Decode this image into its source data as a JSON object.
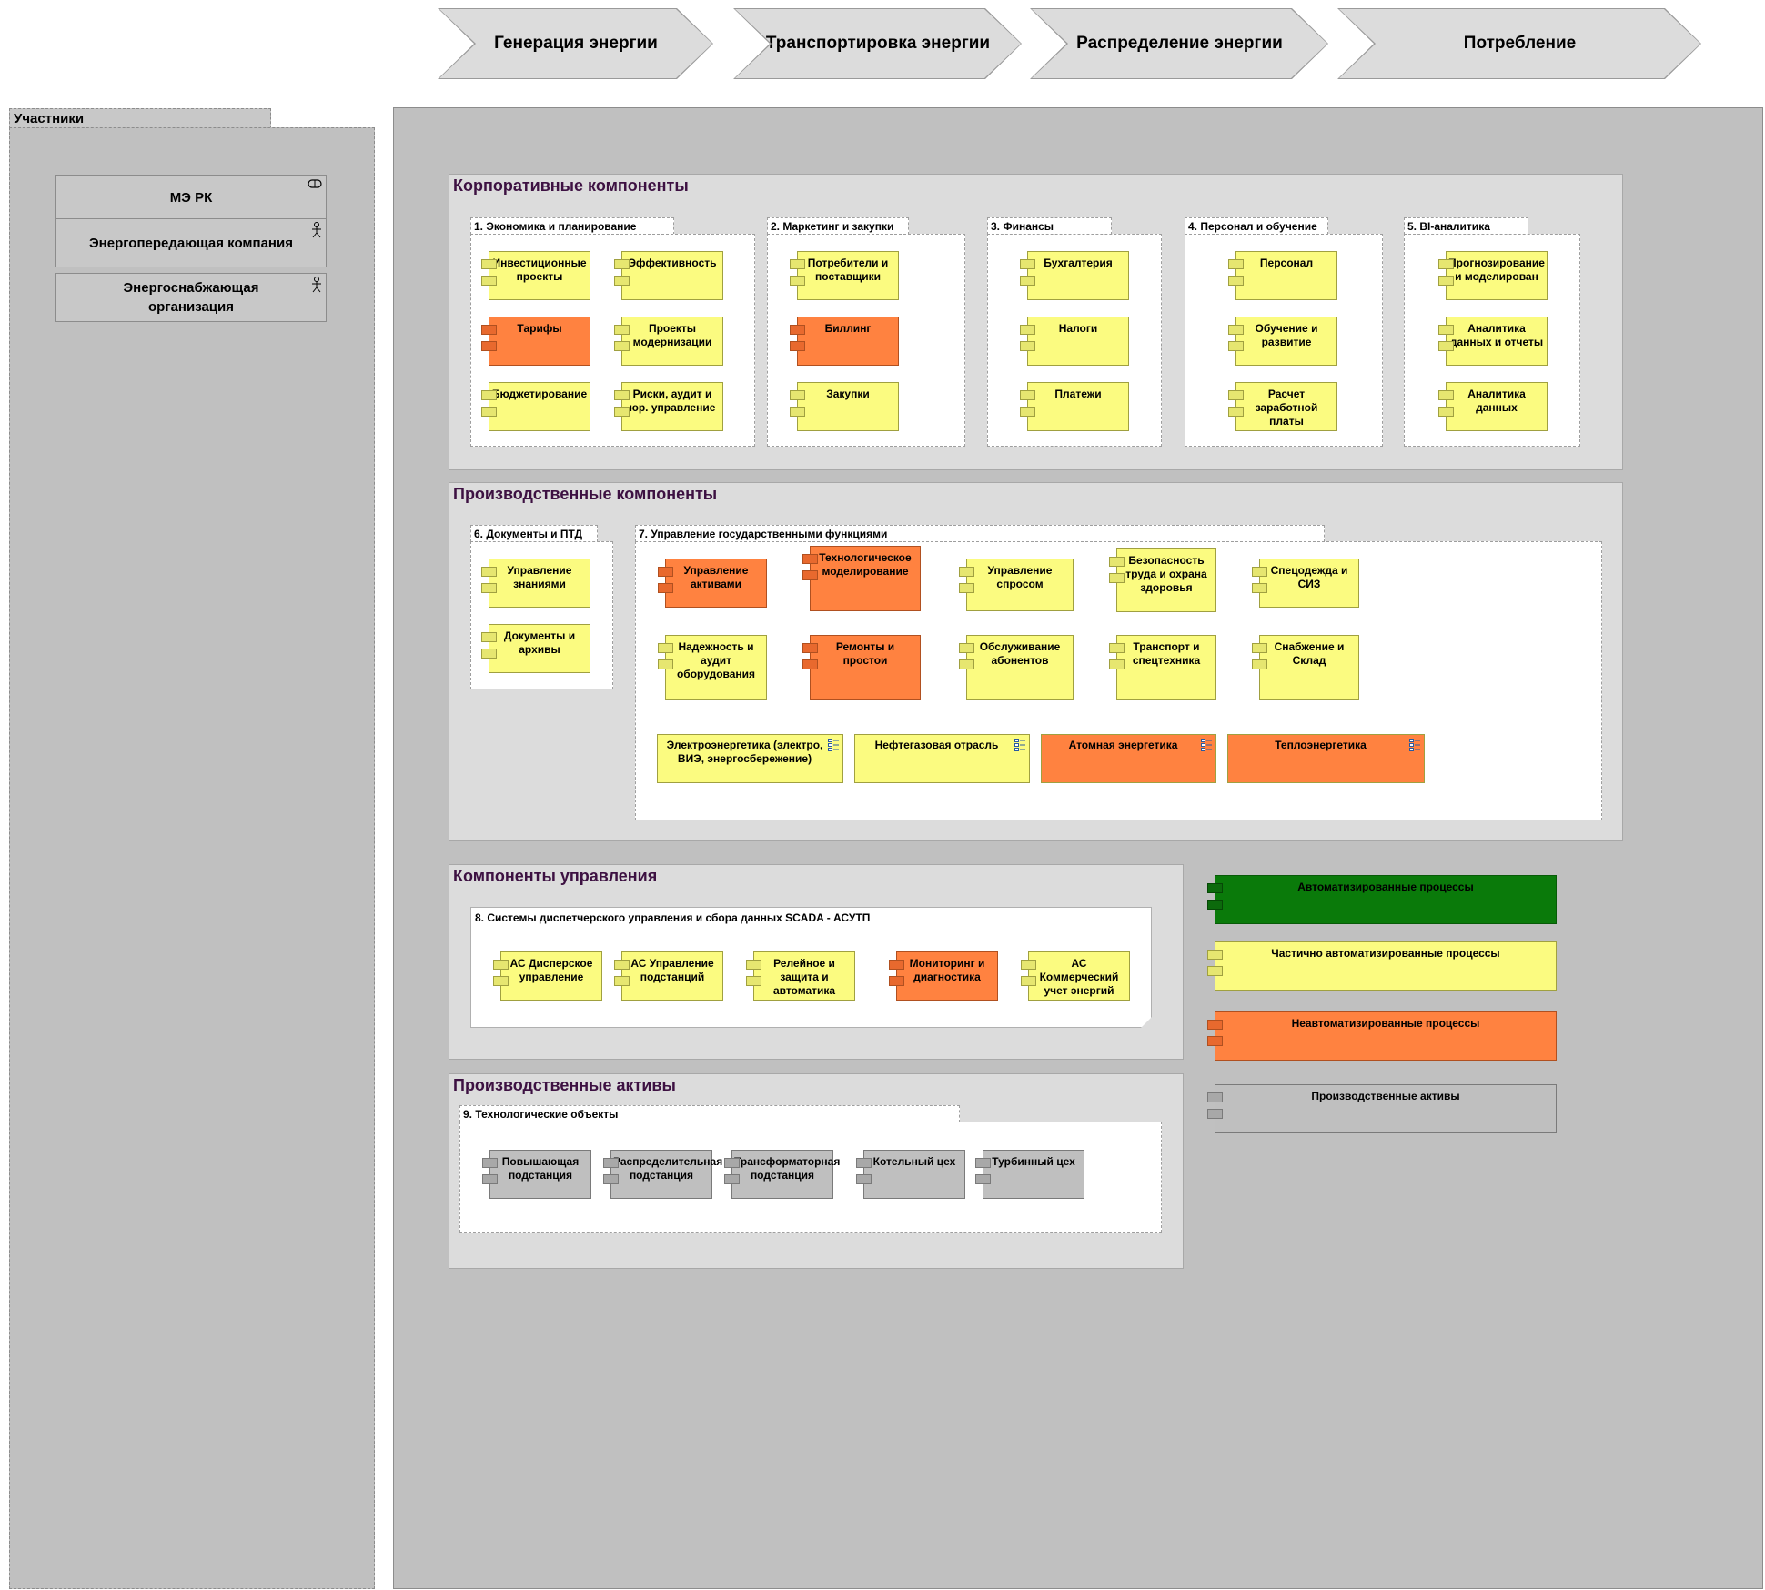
{
  "value_chain": [
    "Генерация энергии",
    "Транспортировка энергии",
    "Распределение энергии",
    "Потребление"
  ],
  "participants": {
    "title": "Участники",
    "items": [
      "МЭ РК",
      "Энергопередающая компания",
      "Энергоснабжающая организация"
    ]
  },
  "corporate": {
    "title": "Корпоративные компоненты",
    "packages": [
      {
        "title": "1. Экономика и планирование",
        "items": [
          "Инвестиционные проекты",
          "Эффективность",
          "Тарифы",
          "Проекты модернизации",
          "Бюджетирование",
          "Риски, аудит и юр. управление"
        ]
      },
      {
        "title": "2. Маркетинг и закупки",
        "items": [
          "Потребители и поставщики",
          "Биллинг",
          "Закупки"
        ]
      },
      {
        "title": "3. Финансы",
        "items": [
          "Бухгалтерия",
          "Налоги",
          "Платежи"
        ]
      },
      {
        "title": "4. Персонал и обучение",
        "items": [
          "Персонал",
          "Обучение и развитие",
          "Расчет заработной платы"
        ]
      },
      {
        "title": "5. BI-аналитика",
        "items": [
          "Прогнозирование и моделирован",
          "Аналитика данных и отчеты",
          "Аналитика данных"
        ]
      }
    ]
  },
  "production": {
    "title": "Производственные компоненты",
    "pkg6": {
      "title": "6. Документы и ПТД",
      "items": [
        "Управление знаниями",
        "Документы и архивы"
      ]
    },
    "pkg7": {
      "title": "7. Управление государственными функциями",
      "row1": [
        "Управление активами",
        "Технологическое моделирование",
        "Управление спросом",
        "Безопасность труда и охрана здоровья",
        "Спецодежда и СИЗ"
      ],
      "row2": [
        "Надежность и аудит оборудования",
        "Ремонты и простои",
        "Обслуживание абонентов",
        "Транспорт и спецтехника",
        "Снабжение и Склад"
      ],
      "systems": [
        "Электроэнергетика (электро, ВИЭ, энергосбережение)",
        "Нефтегазовая отрасль",
        "Атомная энергетика",
        "Теплоэнергетика"
      ]
    }
  },
  "management": {
    "title": "Компоненты управления",
    "pkg8": {
      "title": "8. Системы диспетчерского управления и сбора данных SCADA - АСУТП",
      "items": [
        "АС Дисперское управление",
        "АС Управление подстанций",
        "Релейное и защита и автоматика",
        "Мониторинг и диагностика",
        "АС Коммерческий учет энергий"
      ]
    }
  },
  "assets": {
    "title": "Производственные активы",
    "pkg9": {
      "title": "9. Технологические объекты",
      "items": [
        "Повышающая подстанция",
        "Распределительная подстанция",
        "Трансформаторная подстанция",
        "Котельный цех",
        "Турбинный цех"
      ]
    }
  },
  "legend": [
    "Автоматизированные процессы",
    "Частично автоматизированные процессы",
    "Неавтоматизированные процессы",
    "Производственные активы"
  ],
  "colors": {
    "automated": "#0a7a0a",
    "partial": "#fbfb80",
    "manual": "#ff8240",
    "asset": "#bfbfbf",
    "group_title": "#3d1142"
  }
}
